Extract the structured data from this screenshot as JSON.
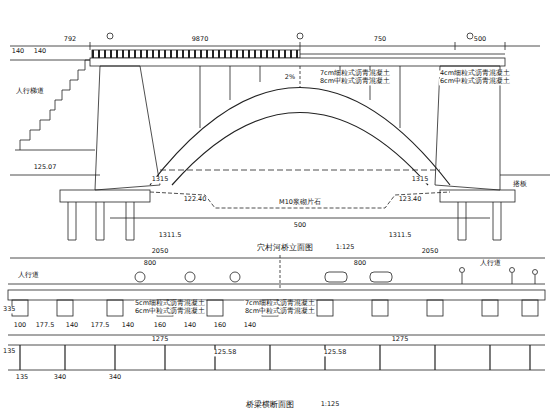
{
  "diagram": {
    "labels": [
      "140",
      "140",
      "792",
      "9870",
      "750",
      "500",
      "7cm细粒式沥青混凝土",
      "8cm中粒式沥青混凝土",
      "4cm细粒式沥青混凝土",
      "6cm中粒式沥青混凝土",
      "人行梯道",
      "2%",
      "125.07",
      "1315",
      "1315",
      "122.40",
      "123.40",
      "M10浆砌片石",
      "500",
      "1311.5",
      "1311.5",
      "搭板",
      "穴村河桥立面图",
      "1:125",
      "2050",
      "2050",
      "人行道",
      "800",
      "800",
      "人行道",
      "5cm细粒式沥青混凝土",
      "6cm中粒式沥青混凝土",
      "7cm细粒式沥青混凝土",
      "8cm中粒式沥青混凝土",
      "100",
      "177.5",
      "140",
      "177.5",
      "140",
      "160",
      "140",
      "160",
      "140",
      "1275",
      "1275",
      "125.58",
      "125.58",
      "135",
      "340",
      "340",
      "335",
      "135",
      "桥梁横断面图",
      "1:125"
    ]
  }
}
